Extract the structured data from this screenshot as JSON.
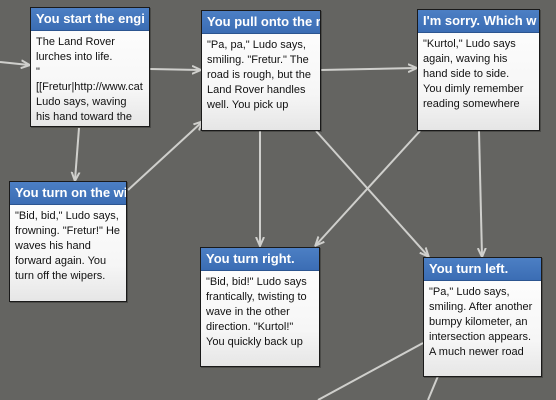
{
  "colors": {
    "background": "#646461",
    "card_header": "#4477bb",
    "arrow": "#cfcfcc"
  },
  "passages": [
    {
      "id": "start",
      "title": "You start the engi",
      "text": "The Land Rover\nlurches into life.\n\"[[Fretur|http://www.cat\nLudo says, waving\nhis hand toward the"
    },
    {
      "id": "pull",
      "title": "You pull onto the r",
      "text": "\"Pa, pa,\" Ludo says,\nsmiling. \"Fretur.\" The\nroad is rough, but the\nLand Rover handles\nwell. You pick up"
    },
    {
      "id": "sorry",
      "title": "I'm sorry. Which w",
      "text": "\"Kurtol,\" Ludo says\nagain, waving his\nhand side to side.\nYou dimly remember\nreading somewhere"
    },
    {
      "id": "wipers",
      "title": "You turn on the wi",
      "text": "\"Bid, bid,\" Ludo says,\nfrowning. \"Fretur!\" He\nwaves his hand\nforward again. You\nturn off the wipers."
    },
    {
      "id": "right",
      "title": "You turn right.",
      "text": "\"Bid, bid!\" Ludo says\nfrantically, twisting to\nwave in the other\ndirection. \"Kurtol!\"\nYou quickly back up"
    },
    {
      "id": "left",
      "title": "You turn left.",
      "text": "\"Pa,\" Ludo says,\nsmiling. After another\nbumpy kilometer, an\nintersection appears.\nA much newer road"
    }
  ]
}
